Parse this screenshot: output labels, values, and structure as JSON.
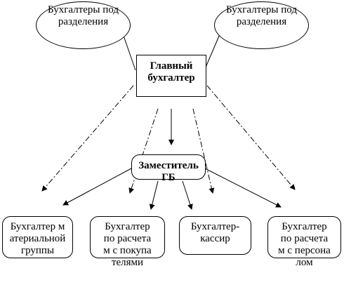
{
  "nodes": {
    "subdiv_left": "Бухгалтеры подразделения",
    "subdiv_right": "Бухгалтеры подразделения",
    "chief": "Главный бухгалтер",
    "deputy": "Заместитель ГБ",
    "materials": "Бухгалтер материальной группы",
    "buyers": "Бухгалтер по расчетам с покупателями",
    "cashier": "Бухгалтер-кассир",
    "personnel": "Бухгалтер по расчетам с персоналом"
  }
}
